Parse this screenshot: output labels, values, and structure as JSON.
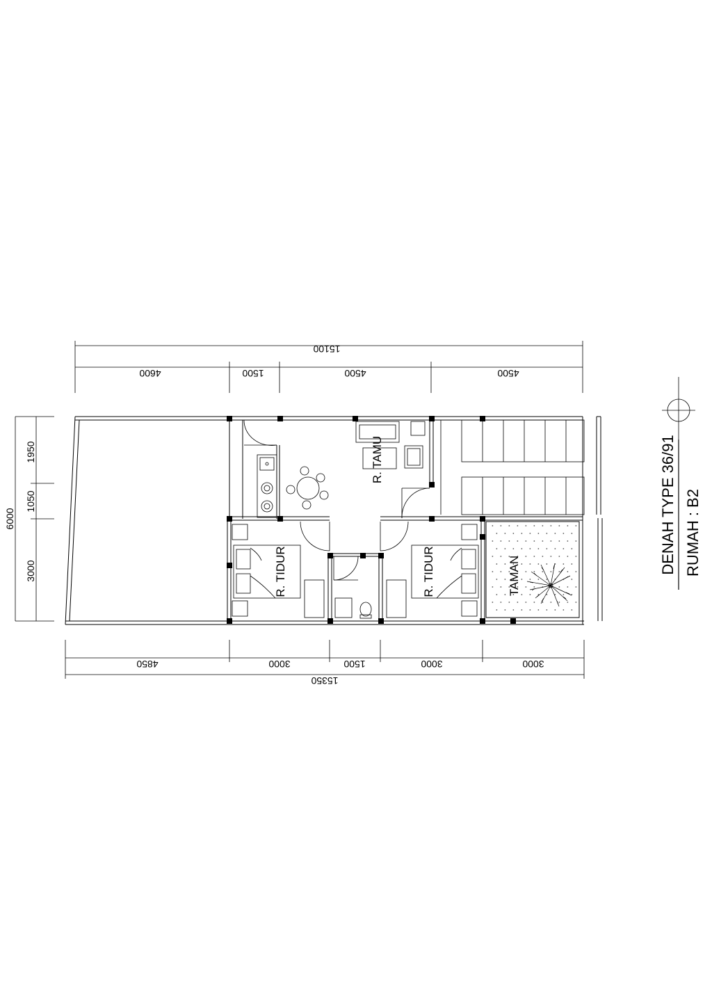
{
  "title": {
    "line1": "DENAH TYPE 36/91",
    "line2": "RUMAH : B2"
  },
  "rooms": {
    "tamu": "R. TAMU",
    "tidur_1": "R. TIDUR",
    "tidur_2": "R. TIDUR",
    "taman": "TAMAN"
  },
  "dimensions": {
    "top_total": "15100",
    "top": [
      "4600",
      "1500",
      "4500",
      "4500"
    ],
    "bottom_total": "15350",
    "bottom": [
      "4850",
      "3000",
      "1500",
      "3000",
      "3000"
    ],
    "left_total": "6000",
    "left": [
      "1950",
      "1050",
      "3000"
    ]
  },
  "colors": {
    "line": "#000000",
    "background": "#ffffff"
  }
}
